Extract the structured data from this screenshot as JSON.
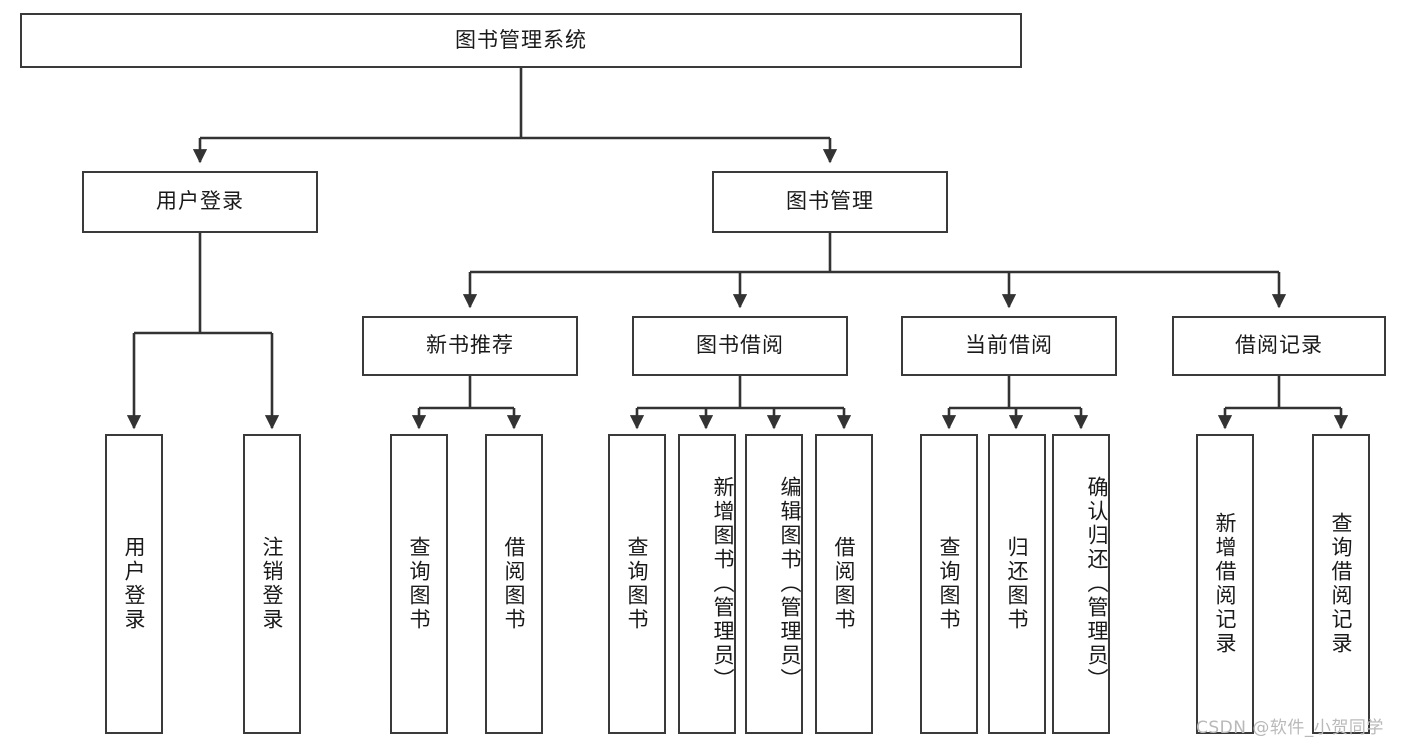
{
  "diagram": {
    "type": "tree-hierarchy",
    "title": "图书管理系统",
    "orientation": "top-down",
    "colors": {
      "box_border": "#3a3a3a",
      "box_fill": "#ffffff",
      "edge": "#333333",
      "text": "#1a1a1a",
      "watermark": "#b9b9b9",
      "background": "#ffffff"
    },
    "nodes": {
      "root": {
        "label": "图书管理系统"
      },
      "level2": [
        {
          "id": "user-login",
          "label": "用户登录"
        },
        {
          "id": "book-manage",
          "label": "图书管理"
        }
      ],
      "level3": [
        {
          "id": "new-book-recommend",
          "label": "新书推荐"
        },
        {
          "id": "book-borrow",
          "label": "图书借阅"
        },
        {
          "id": "current-borrow",
          "label": "当前借阅"
        },
        {
          "id": "borrow-record",
          "label": "借阅记录"
        }
      ],
      "leaves": {
        "user-login": [
          {
            "id": "leaf-user-login",
            "label": "用户登录"
          },
          {
            "id": "leaf-logout-login",
            "label": "注销登录"
          }
        ],
        "new-book-recommend": [
          {
            "id": "leaf-query-book-1",
            "label": "查询图书"
          },
          {
            "id": "leaf-borrow-book-1",
            "label": "借阅图书"
          }
        ],
        "book-borrow": [
          {
            "id": "leaf-query-book-2",
            "label": "查询图书"
          },
          {
            "id": "leaf-add-book",
            "label": "新增图书（管理员）"
          },
          {
            "id": "leaf-edit-book",
            "label": "编辑图书（管理员）"
          },
          {
            "id": "leaf-borrow-book-2",
            "label": "借阅图书"
          }
        ],
        "current-borrow": [
          {
            "id": "leaf-query-book-3",
            "label": "查询图书"
          },
          {
            "id": "leaf-return-book",
            "label": "归还图书"
          },
          {
            "id": "leaf-confirm-return",
            "label": "确认归还（管理员）"
          }
        ],
        "borrow-record": [
          {
            "id": "leaf-add-record",
            "label": "新增借阅记录"
          },
          {
            "id": "leaf-query-record",
            "label": "查询借阅记录"
          }
        ]
      }
    },
    "watermark": "CSDN @软件_小贺同学"
  }
}
